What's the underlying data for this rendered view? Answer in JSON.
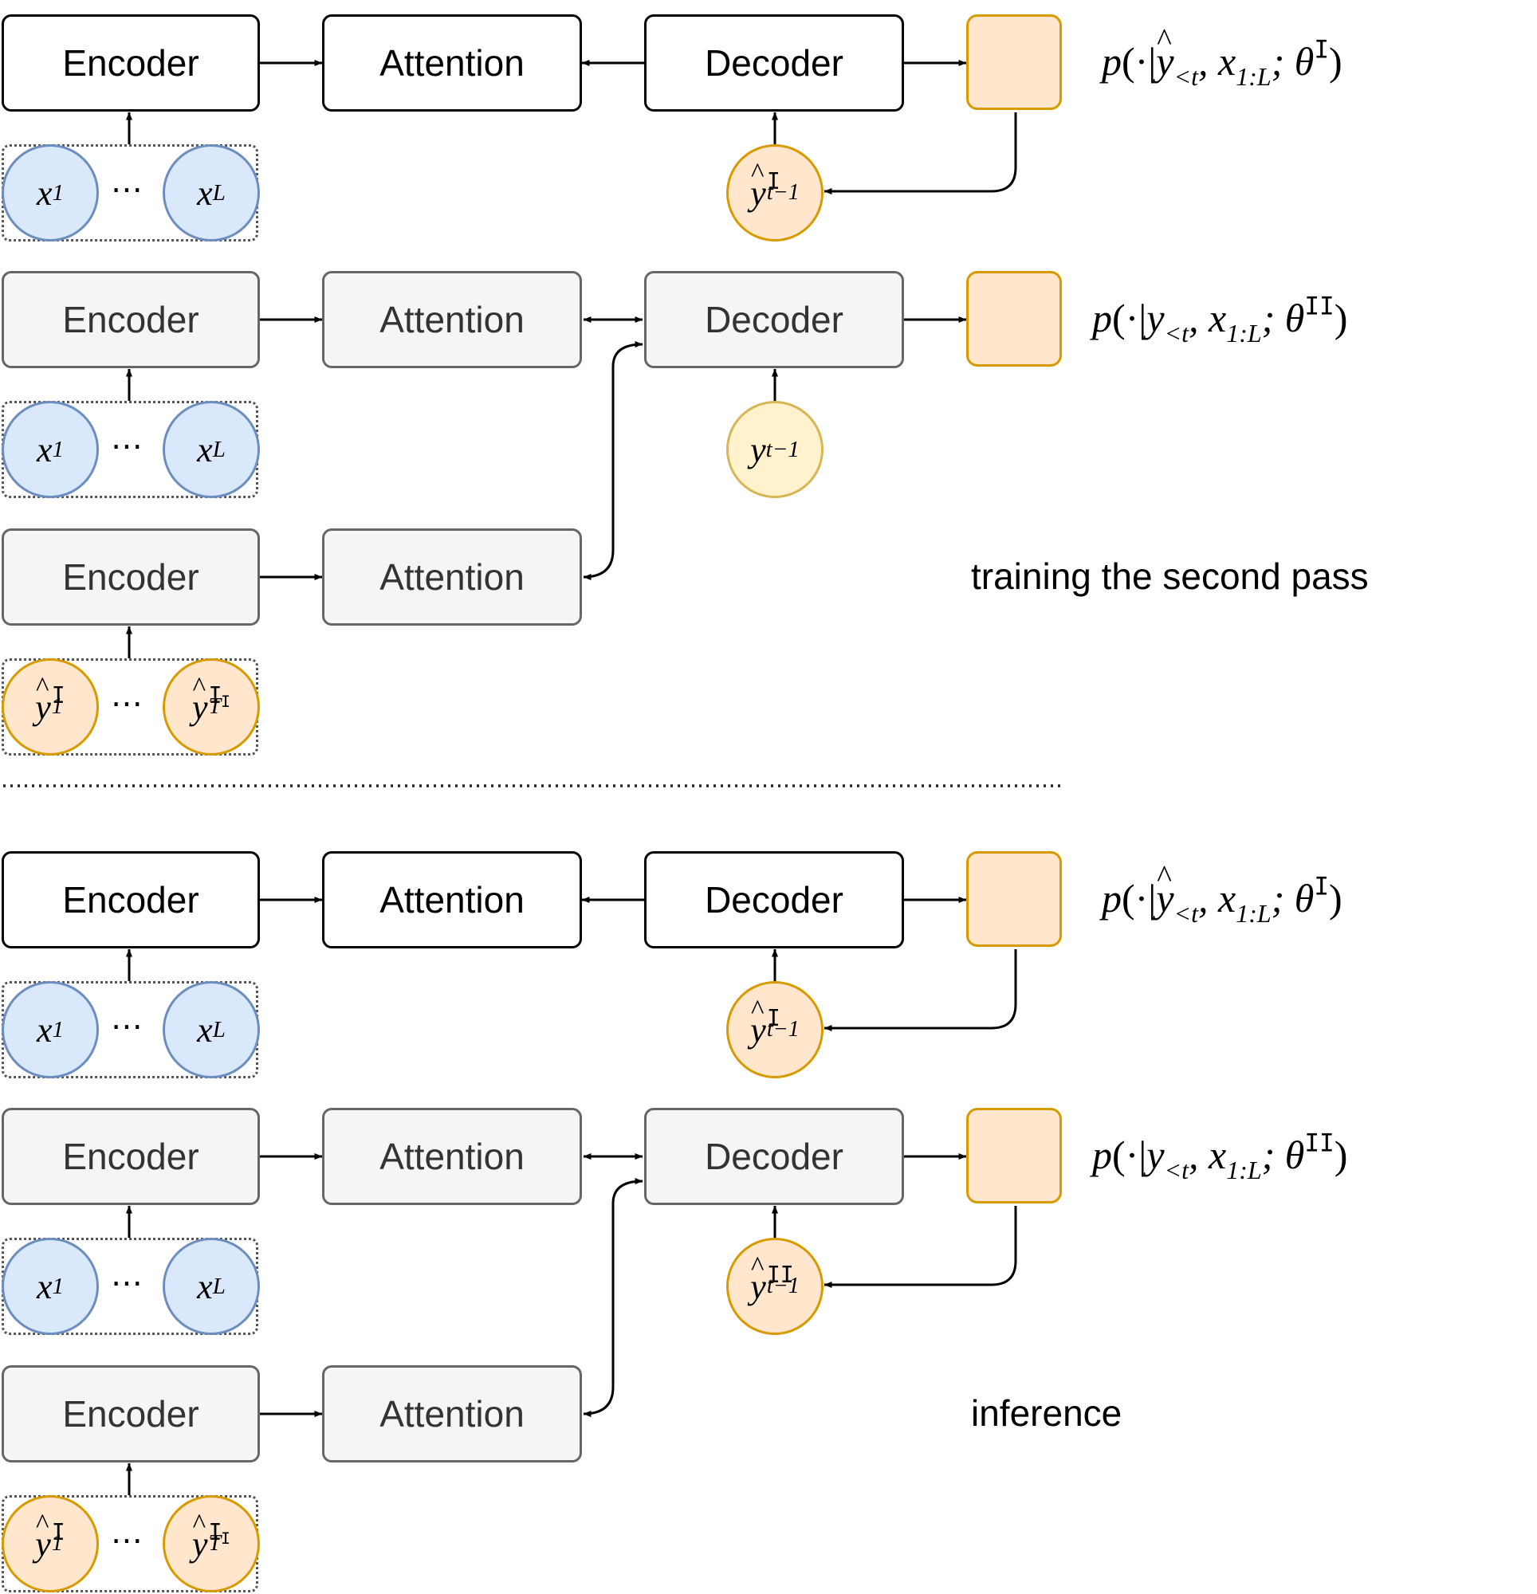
{
  "labels": {
    "encoder": "Encoder",
    "attention": "Attention",
    "decoder": "Decoder",
    "ellipsis": "⋯"
  },
  "symbols": {
    "x": "x",
    "y": "y",
    "T": "T",
    "sub_1": "1",
    "sub_L": "L",
    "sub_t_minus_1": "t−1",
    "sup_I": "I",
    "sup_II": "II",
    "hat": "^"
  },
  "formulas": {
    "p": "p",
    "open": "(·|",
    "sub_lt": "<t",
    "comma_x": ", x",
    "sub_range": "1:L",
    "semicolon_theta": "; θ",
    "close": ")"
  },
  "captions": {
    "training": "training the second pass",
    "inference": "inference"
  },
  "colors": {
    "active_border": "#000000",
    "passive_fill": "#f5f5f5",
    "passive_border": "#666666",
    "input_fill": "#dae8fc",
    "input_border": "#6c8ebf",
    "hypothesis_fill": "#ffe6cc",
    "hypothesis_border": "#d79b00",
    "target_fill": "#fff2cc",
    "target_border": "#d6b656"
  }
}
